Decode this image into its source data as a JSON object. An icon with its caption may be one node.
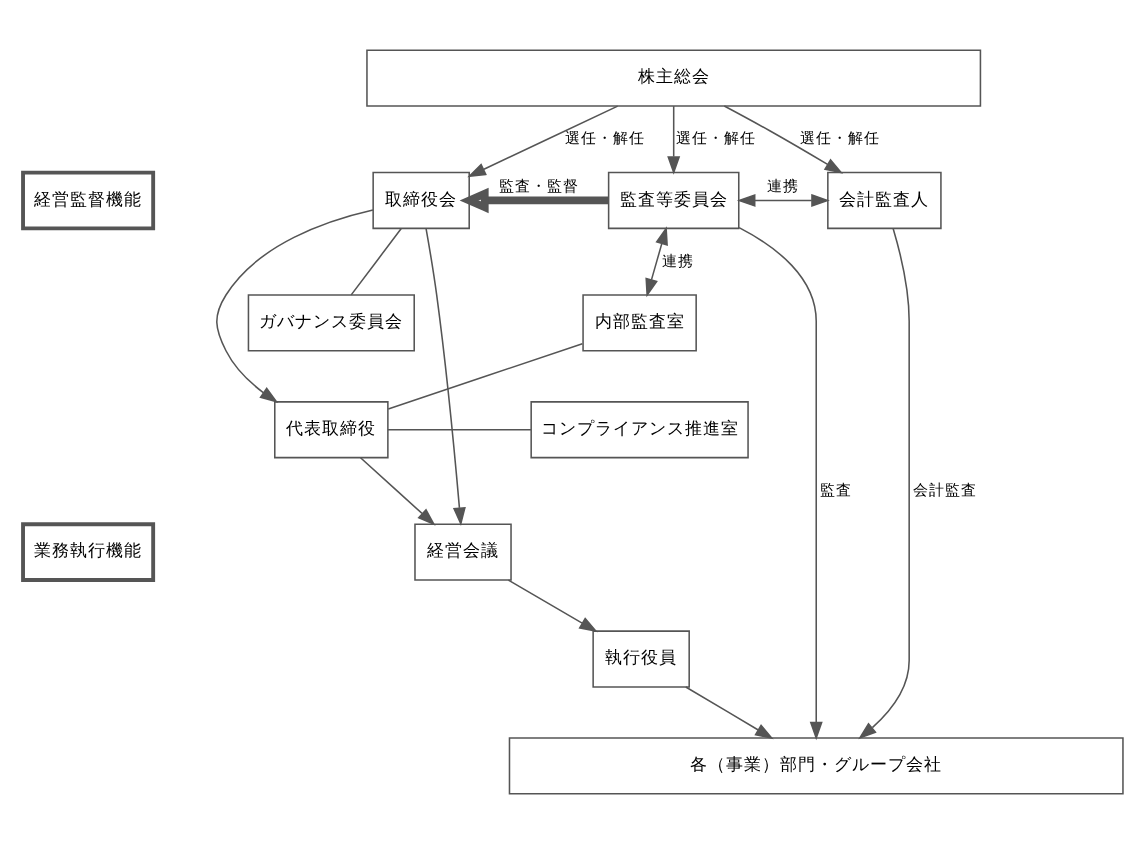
{
  "diagram": {
    "nodes": [
      {
        "text": [
          "株主総会"
        ]
      },
      {
        "text": [
          "取締役会"
        ]
      },
      {
        "text": [
          "監査等委員会"
        ]
      },
      {
        "text": [
          "会計監査人"
        ]
      },
      {
        "text": [
          "ガバナンス委員会"
        ]
      },
      {
        "text": [
          "内部監査室"
        ]
      },
      {
        "text": [
          "代表取締役"
        ]
      },
      {
        "text": [
          "コンプライアンス推進室"
        ]
      },
      {
        "text": [
          "経営会議"
        ]
      },
      {
        "text": [
          "執行役員"
        ]
      },
      {
        "text": [
          "各（事業）部門・グループ会社"
        ]
      },
      {
        "text": [
          "経営監督機能"
        ]
      },
      {
        "text": [
          "業務執行機能"
        ]
      }
    ],
    "edges": [
      {
        "from": 0,
        "to": 1,
        "arrow": "to",
        "label": "選任・解任"
      },
      {
        "from": 0,
        "to": 2,
        "arrow": "to",
        "label": "選任・解任"
      },
      {
        "from": 0,
        "to": 3,
        "arrow": "to",
        "label": "選任・解任"
      },
      {
        "from": 2,
        "to": 1,
        "arrow": "to",
        "label": "監査・監督",
        "style": "thick"
      },
      {
        "from": 2,
        "to": 3,
        "arrow": "both",
        "label": "連携"
      },
      {
        "from": 2,
        "to": 5,
        "arrow": "both",
        "label": "連携"
      },
      {
        "from": 1,
        "to": 4,
        "arrow": "none"
      },
      {
        "from": 1,
        "to": 6,
        "arrow": "to"
      },
      {
        "from": 1,
        "to": 8,
        "arrow": "to"
      },
      {
        "from": 6,
        "to": 8,
        "arrow": "to"
      },
      {
        "from": 8,
        "to": 9,
        "arrow": "to"
      },
      {
        "from": 9,
        "to": 10,
        "arrow": "to"
      },
      {
        "from": 6,
        "to": 5,
        "arrow": "none"
      },
      {
        "from": 6,
        "to": 7,
        "arrow": "none"
      },
      {
        "from": 2,
        "to": 10,
        "arrow": "to",
        "label": "監査"
      },
      {
        "from": 3,
        "to": 10,
        "arrow": "to",
        "label": "会計監査"
      }
    ]
  }
}
